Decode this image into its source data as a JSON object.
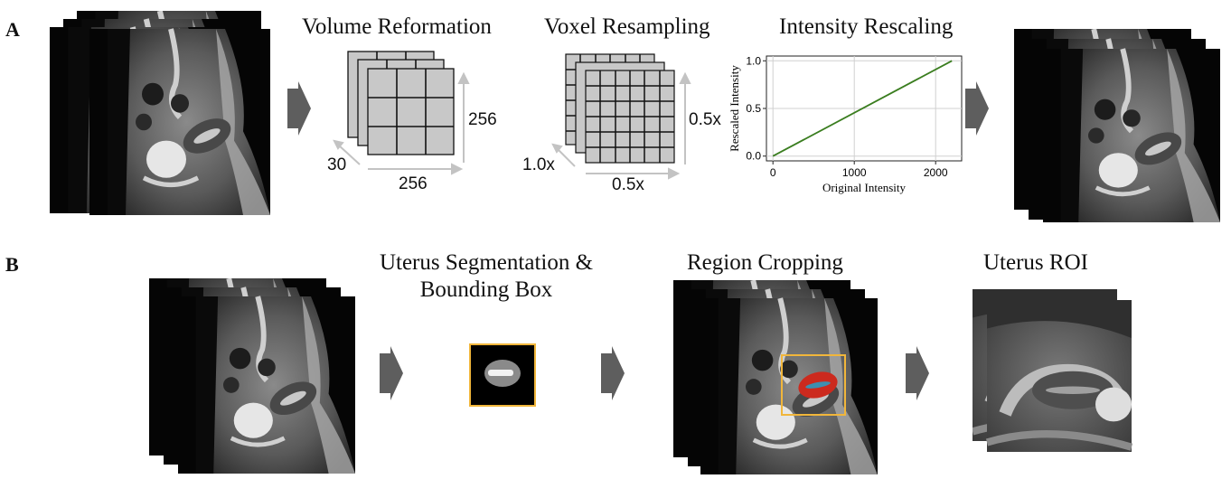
{
  "panel_a": {
    "label": "A",
    "volume_reformation": {
      "title": "Volume Reformation",
      "dim_depth": "30",
      "dim_width": "256",
      "dim_height": "256"
    },
    "voxel_resampling": {
      "title": "Voxel Resampling",
      "scale_depth": "1.0x",
      "scale_width": "0.5x",
      "scale_height": "0.5x"
    },
    "intensity_rescaling": {
      "title": "Intensity Rescaling"
    }
  },
  "panel_b": {
    "label": "B",
    "segmentation": {
      "title_line1": "Uterus Segmentation &",
      "title_line2": "Bounding Box"
    },
    "cropping": {
      "title": "Region Cropping"
    },
    "roi": {
      "title": "Uterus ROI"
    }
  },
  "colors": {
    "arrow": "#5e5e5e",
    "grid_fill": "#c8c8c8",
    "line": "#3a7d1f",
    "bbox": "#f1b63b",
    "mask": "#cc2a1e"
  },
  "chart_data": {
    "type": "line",
    "x": [
      0,
      2200
    ],
    "y": [
      0,
      1
    ],
    "xlabel": "Original Intensity",
    "ylabel": "Rescaled Intensity",
    "xticks": [
      "0",
      "1000",
      "2000"
    ],
    "yticks": [
      "0.0",
      "0.5",
      "1.0"
    ],
    "xlim": [
      -80,
      2320
    ],
    "ylim": [
      -0.05,
      1.05
    ],
    "grid": true
  }
}
